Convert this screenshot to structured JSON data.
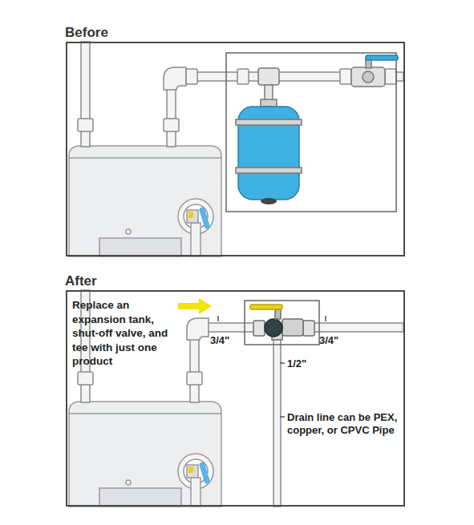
{
  "diagram": {
    "nodes": [
      {
        "text": [
          "Before"
        ]
      },
      {
        "text": [
          "After"
        ]
      }
    ],
    "labels": [
      "Replace an expansion tank, shut-off valve, and tee with just one product",
      "3/4\"",
      "3/4\"",
      "1/2\"",
      "Drain line can be PEX, copper, or CPVC Pipe"
    ]
  }
}
